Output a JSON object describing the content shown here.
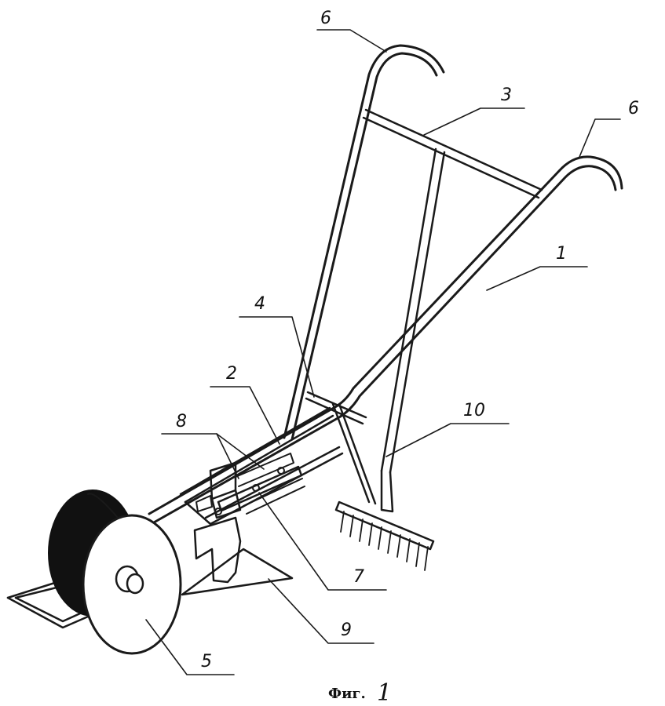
{
  "figure": {
    "caption_prefix": "Фиг.",
    "caption_number": "1"
  },
  "labels": {
    "l1": "1",
    "l2": "2",
    "l3": "3",
    "l4": "4",
    "l5": "5",
    "l6a": "6",
    "l6b": "6",
    "l7": "7",
    "l8": "8",
    "l9": "9",
    "l10": "10"
  }
}
